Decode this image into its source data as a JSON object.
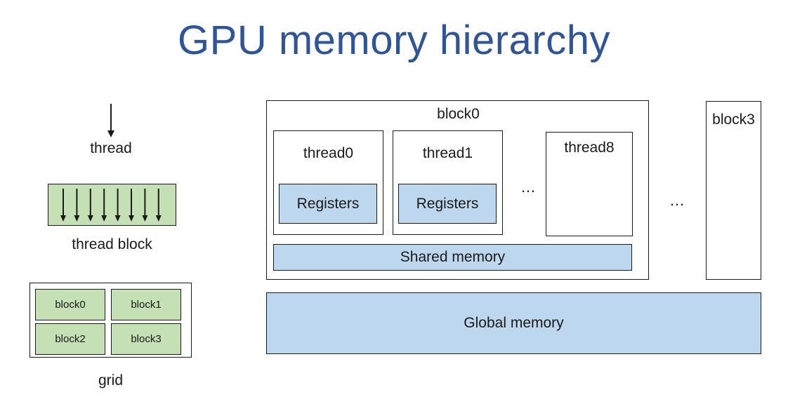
{
  "title": "GPU memory hierarchy",
  "legend": {
    "thread_label": "thread",
    "thread_block_label": "thread block",
    "grid_label": "grid",
    "grid_blocks": [
      "block0",
      "block1",
      "block2",
      "block3"
    ]
  },
  "block0": {
    "label": "block0",
    "threads": [
      {
        "label": "thread0",
        "registers": "Registers"
      },
      {
        "label": "thread1",
        "registers": "Registers"
      },
      {
        "label": "thread8"
      }
    ],
    "ellipsis": "…",
    "shared_memory": "Shared memory"
  },
  "outer_ellipsis": "…",
  "block3": {
    "label": "block3"
  },
  "global_memory": "Global memory",
  "colors": {
    "title": "#2f5597",
    "memory_fill": "#bdd7ee",
    "block_fill": "#c5e0b4",
    "outline": "#1a1a1a"
  }
}
